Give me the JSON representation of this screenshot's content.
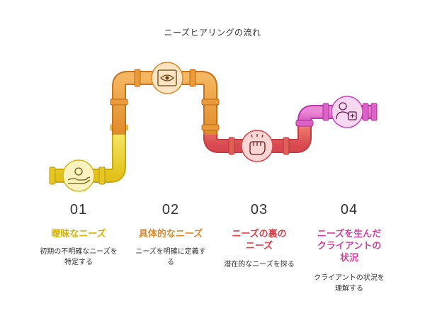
{
  "title": "ニーズヒアリングの流れ",
  "colors": {
    "yellow": "#e8cc2c",
    "orange": "#e49a3c",
    "red": "#dd5a5c",
    "magenta": "#d65bc4"
  },
  "steps": [
    {
      "number": "01",
      "title": "曖昧なニーズ",
      "description": "初期の不明確なニーズを特定する",
      "color": "#d4b400",
      "icon": "hand-coin-icon"
    },
    {
      "number": "02",
      "title": "具体的なニーズ",
      "description": "ニーズを明確に定義する",
      "color": "#e08a24",
      "icon": "eye-icon"
    },
    {
      "number": "03",
      "title": "ニーズの裏のニーズ",
      "description": "潜在的なニーズを探る",
      "color": "#dc3f4a",
      "icon": "fist-icon"
    },
    {
      "number": "04",
      "title": "ニーズを生んだクライアントの状況",
      "description": "クライアントの状況を理解する",
      "color": "#d2429e",
      "icon": "client-medical-icon"
    }
  ]
}
